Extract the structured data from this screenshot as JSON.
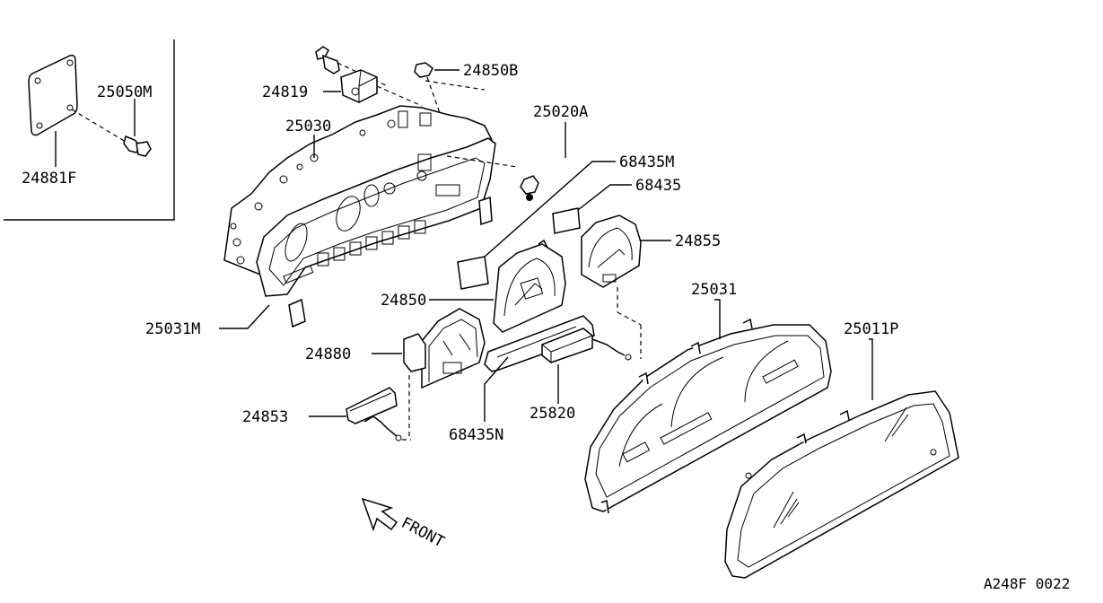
{
  "diagram": {
    "parts": {
      "p24819": "24819",
      "p24850B": "24850B",
      "p25050M": "25050M",
      "p24881F": "24881F",
      "p25030": "25030",
      "p25020A": "25020A",
      "p68435M": "68435M",
      "p68435": "68435",
      "p24855": "24855",
      "p24850": "24850",
      "p25031": "25031",
      "p25011P": "25011P",
      "p25031M": "25031M",
      "p24880": "24880",
      "p24853": "24853",
      "p25820": "25820",
      "p68435N": "68435N"
    },
    "front_label": "FRONT",
    "figure_code": "A248F 0022"
  }
}
